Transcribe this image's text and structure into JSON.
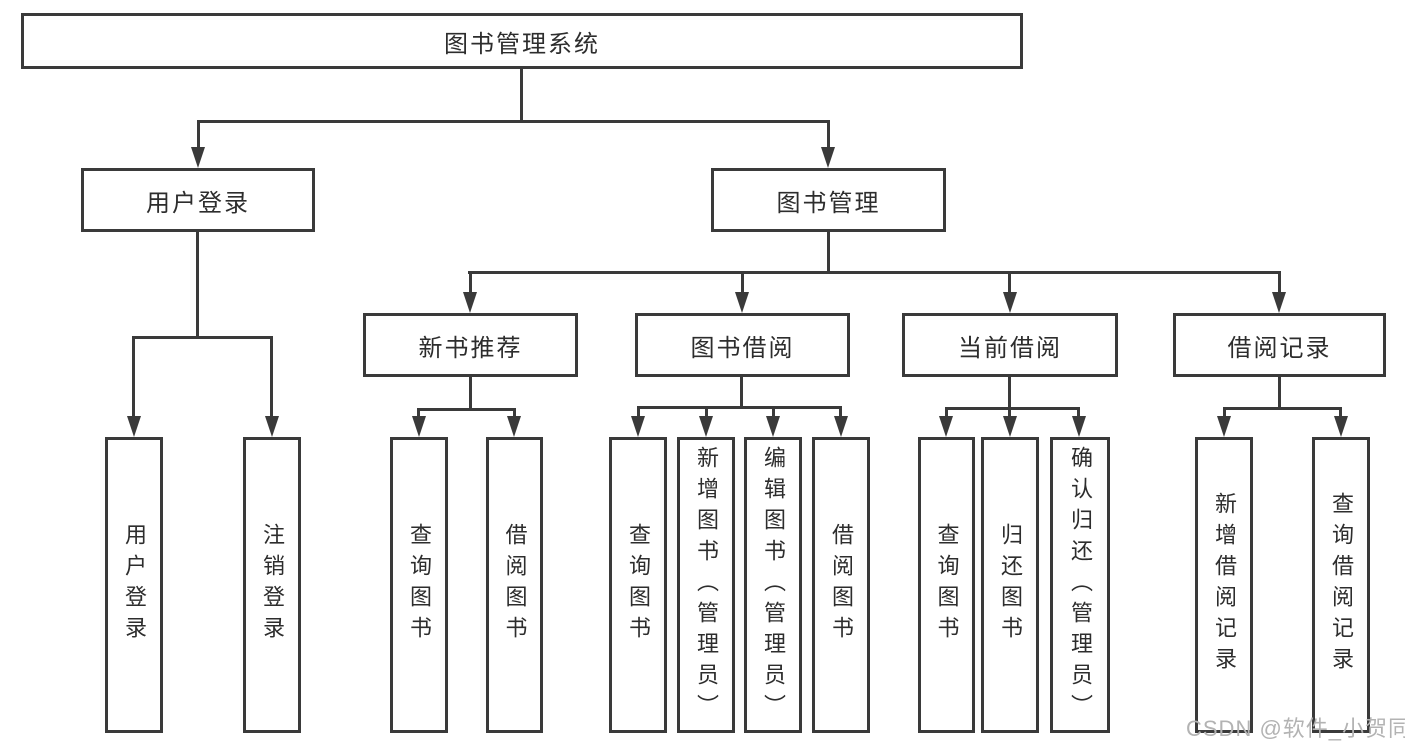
{
  "tree": {
    "root": {
      "label": "图书管理系统"
    },
    "branches": [
      {
        "label": "用户登录",
        "children": [
          {
            "label": "用户登录"
          },
          {
            "label": "注销登录"
          }
        ]
      },
      {
        "label": "图书管理",
        "children": [
          {
            "label": "新书推荐",
            "children": [
              {
                "label": "查询图书"
              },
              {
                "label": "借阅图书"
              }
            ]
          },
          {
            "label": "图书借阅",
            "children": [
              {
                "label": "查询图书"
              },
              {
                "label": "新增图书（管理员）"
              },
              {
                "label": "编辑图书（管理员）"
              },
              {
                "label": "借阅图书"
              }
            ]
          },
          {
            "label": "当前借阅",
            "children": [
              {
                "label": "查询图书"
              },
              {
                "label": "归还图书"
              },
              {
                "label": "确认归还（管理员）"
              }
            ]
          },
          {
            "label": "借阅记录",
            "children": [
              {
                "label": "新增借阅记录"
              },
              {
                "label": "查询借阅记录"
              }
            ]
          }
        ]
      }
    ]
  },
  "watermark": {
    "text": "CSDN @软件_小贺同学"
  },
  "colors": {
    "line": "#3a3a3a",
    "text": "#2d2d2d",
    "background": "#ffffff",
    "watermark": "#b3b3b3"
  }
}
